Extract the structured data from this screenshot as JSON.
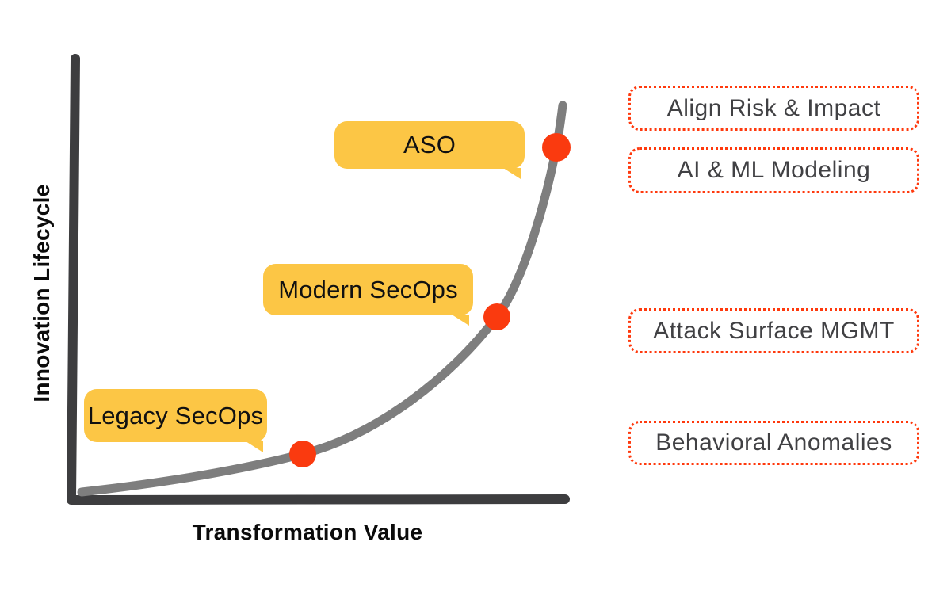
{
  "axes": {
    "y_label": "Innovation Lifecycle",
    "x_label": "Transformation Value"
  },
  "milestones": [
    {
      "label": "Legacy SecOps"
    },
    {
      "label": "Modern SecOps"
    },
    {
      "label": "ASO"
    }
  ],
  "callouts": [
    {
      "label": "Align Risk & Impact"
    },
    {
      "label": "AI & ML Modeling"
    },
    {
      "label": "Attack Surface MGMT"
    },
    {
      "label": "Behavioral Anomalies"
    }
  ],
  "colors": {
    "bubble_yellow": "#FCC645",
    "dot_red": "#FA3A0F",
    "callout_border_red": "#FF390D",
    "callout_text_gray": "#414144",
    "curve_gray": "#7E7E7E",
    "axis_dark": "#3D3D3F",
    "label_black": "#0B0B0B"
  },
  "chart_data": {
    "type": "line",
    "curve_shape": "exponential",
    "xlabel": "Transformation Value",
    "ylabel": "Innovation Lifecycle",
    "axis_ticks": [],
    "points": [
      {
        "label": "Legacy SecOps",
        "x_rel": 0.46,
        "y_rel": 0.1
      },
      {
        "label": "Modern SecOps",
        "x_rel": 0.85,
        "y_rel": 0.41
      },
      {
        "label": "ASO",
        "x_rel": 0.97,
        "y_rel": 0.8
      }
    ],
    "associations": [
      {
        "milestone": "ASO",
        "callouts": [
          "Align Risk & Impact",
          "AI & ML Modeling"
        ]
      },
      {
        "milestone": "Modern SecOps",
        "callouts": [
          "Attack Surface MGMT"
        ]
      },
      {
        "milestone": "Legacy SecOps",
        "callouts": [
          "Behavioral Anomalies"
        ]
      }
    ],
    "legend": null,
    "grid": false
  }
}
